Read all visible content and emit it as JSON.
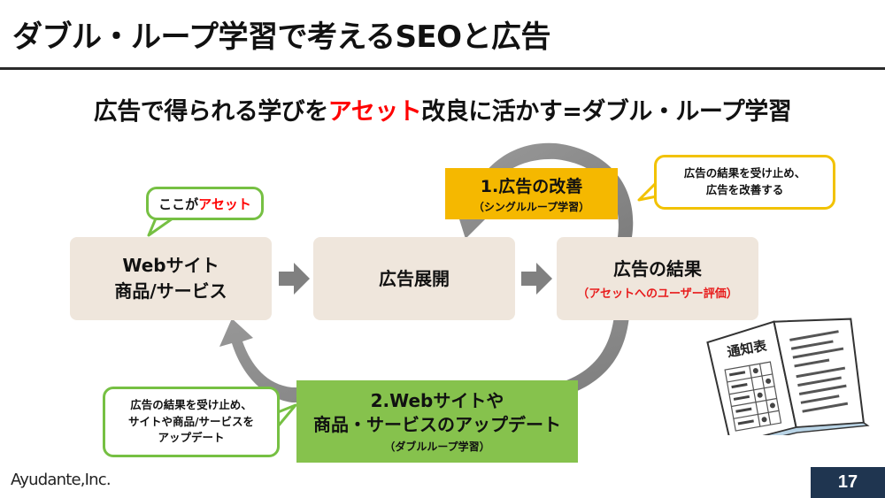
{
  "slide": {
    "title": "ダブル・ループ学習で考えるSEOと広告",
    "subtitle_before": "広告で得られる学びを",
    "subtitle_accent": "アセット",
    "subtitle_after": "改良に活かす=ダブル・ループ学習",
    "accent_color": "#ff0000"
  },
  "flow": {
    "website_box": {
      "line1": "Webサイト",
      "line2": "商品/サービス"
    },
    "ads_box": {
      "line1": "広告展開"
    },
    "results_box": {
      "line1": "広告の結果",
      "line2": "（アセットへのユーザー評価）"
    }
  },
  "callouts": {
    "asset": {
      "before": "ここが",
      "accent": "アセット"
    },
    "results": {
      "line1": "広告の結果を受け止め、",
      "line2": "広告を改善する"
    },
    "update": {
      "line1": "広告の結果を受け止め、",
      "line2": "サイトや商品/サービスを",
      "line3": "アップデート"
    }
  },
  "loops": {
    "single": {
      "main": "1.広告の改善",
      "sub": "（シングルループ学習）",
      "color": "#f5b800"
    },
    "double": {
      "line1": "2.Webサイトや",
      "line2": "商品・サービスのアップデート",
      "sub": "（ダブルループ学習）",
      "color": "#86c24d"
    }
  },
  "illustration": {
    "icon": "notice-document-icon",
    "heading": "通知表"
  },
  "footer": {
    "logo": "Ayudante,Inc.",
    "page": "17"
  }
}
